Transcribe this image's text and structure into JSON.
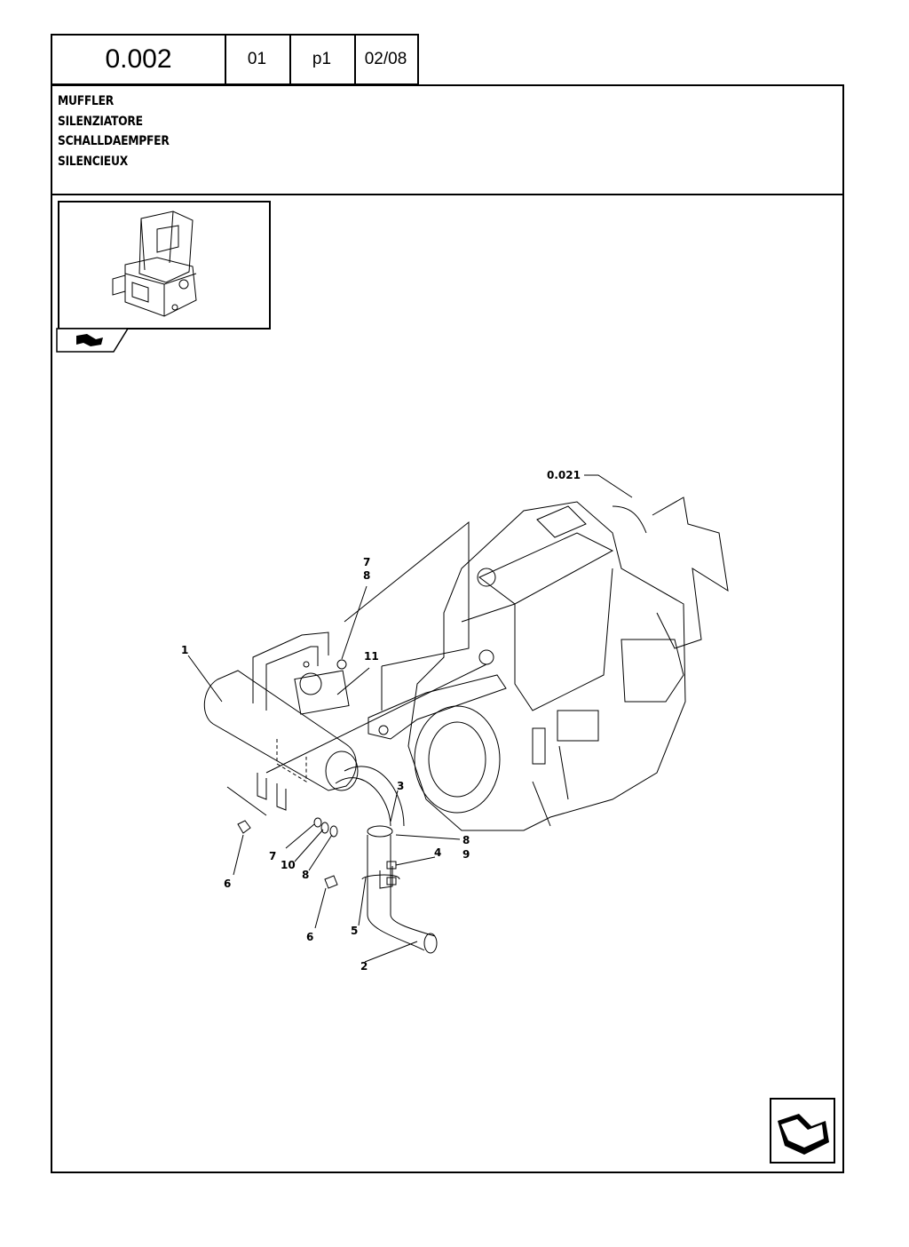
{
  "header": {
    "code": "0.002",
    "field1": "01",
    "field2": "p1",
    "field3": "02/08"
  },
  "titles": [
    "MUFFLER",
    "SILENZIATORE",
    "SCHALLDAEMPFER",
    "SILENCIEUX"
  ],
  "thumbnail": {
    "icon": "excavator-thumbnail-icon"
  },
  "nav_icons": [
    "arrow-nav-icon",
    "next-page-arrow-icon"
  ],
  "reference": "0.021",
  "callouts": {
    "c1": "1",
    "c2": "2",
    "c3": "3",
    "c4": "4",
    "c5": "5",
    "c6a": "6",
    "c6b": "6",
    "c7a": "7",
    "c8a": "8",
    "c11": "11",
    "c7b": "7",
    "c10": "10",
    "c8b": "8",
    "c8c": "8",
    "c9": "9"
  }
}
